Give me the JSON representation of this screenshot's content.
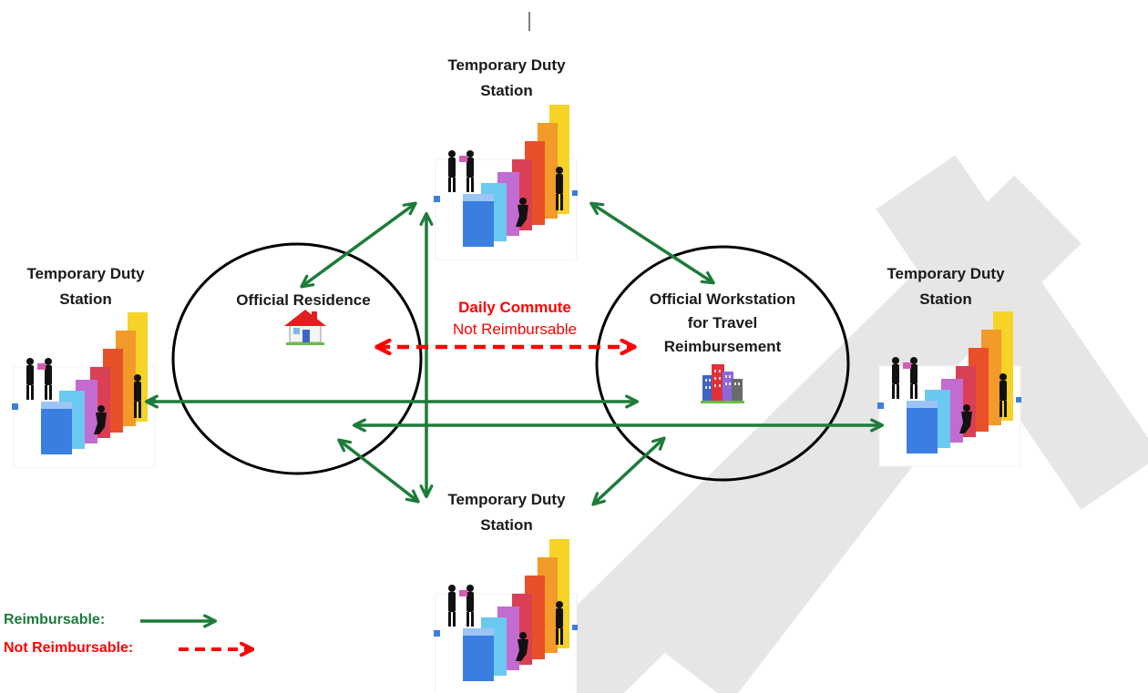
{
  "stations": {
    "top": {
      "line1": "Temporary Duty",
      "line2": "Station"
    },
    "left": {
      "line1": "Temporary Duty",
      "line2": "Station"
    },
    "right": {
      "line1": "Temporary Duty",
      "line2": "Station"
    },
    "bottom": {
      "line1": "Temporary Duty",
      "line2": "Station"
    }
  },
  "residence": {
    "label": "Official Residence",
    "icon": "house-icon"
  },
  "workstation": {
    "line1": "Official Workstation",
    "line2": "for Travel",
    "line3": "Reimbursement",
    "icon": "office-buildings-icon"
  },
  "commute": {
    "line1": "Daily Commute",
    "line2": "Not Reimbursable"
  },
  "legend": {
    "reimbursable": "Reimbursable:",
    "not_reimbursable": "Not Reimbursable:"
  },
  "colors": {
    "reimbursable": "#1e7b3a",
    "not_reimbursable": "#ff0000",
    "watermark": "#e6e6e6",
    "circle": "#000000"
  }
}
